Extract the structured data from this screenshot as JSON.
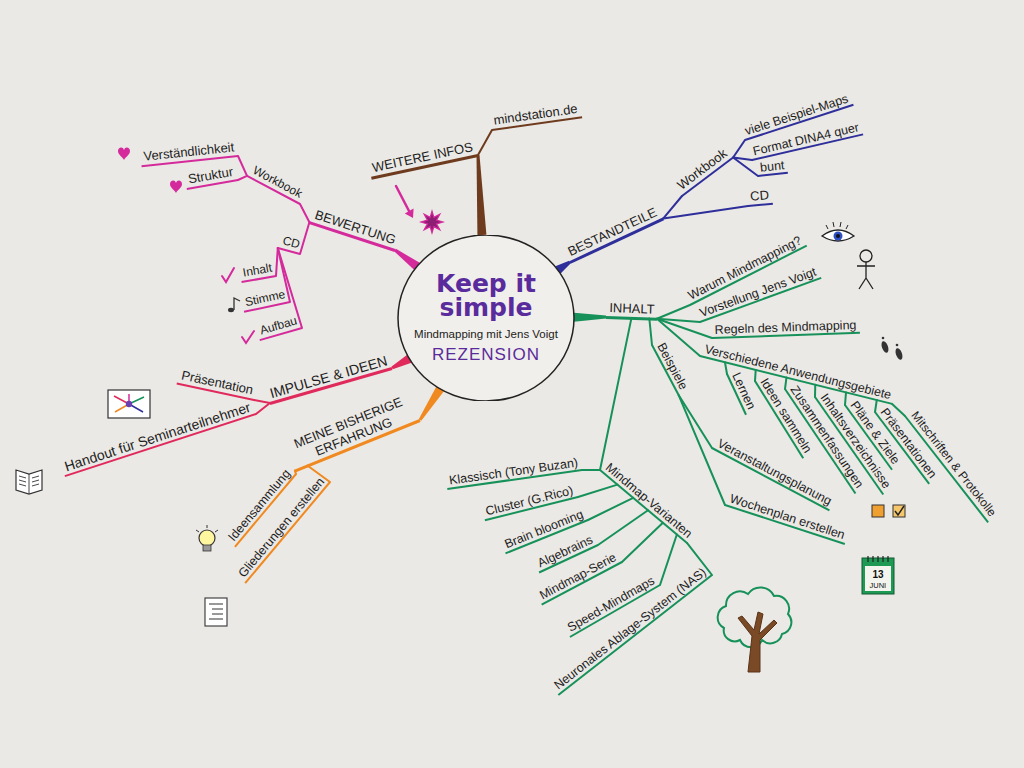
{
  "diagram": {
    "nodes": [
      {
        "text": [
          "Keep it simple",
          "Mindmapping mit Jens Voigt",
          "REZENSION"
        ]
      },
      {
        "text": [
          "WEITERE INFOS"
        ]
      },
      {
        "text": [
          "mindstation.de"
        ]
      },
      {
        "text": [
          "BESTANDTEILE"
        ]
      },
      {
        "text": [
          "Workbook"
        ]
      },
      {
        "text": [
          "viele Beispiel-Maps"
        ]
      },
      {
        "text": [
          "Format DINA4 quer"
        ]
      },
      {
        "text": [
          "bunt"
        ]
      },
      {
        "text": [
          "CD"
        ]
      },
      {
        "text": [
          "INHALT"
        ]
      },
      {
        "text": [
          "Warum Mindmapping?"
        ]
      },
      {
        "text": [
          "Vorstellung Jens Voigt"
        ]
      },
      {
        "text": [
          "Regeln des Mindmapping"
        ]
      },
      {
        "text": [
          "Verschiedene Anwendungsgebiete"
        ]
      },
      {
        "text": [
          "Lernen"
        ]
      },
      {
        "text": [
          "Ideen sammeln"
        ]
      },
      {
        "text": [
          "Zusammenfassungen"
        ]
      },
      {
        "text": [
          "Inhaltsverzeichnisse"
        ]
      },
      {
        "text": [
          "Pläne & Ziele"
        ]
      },
      {
        "text": [
          "Präsentationen"
        ]
      },
      {
        "text": [
          "Mitschriften & Protokolle"
        ]
      },
      {
        "text": [
          "Beispiele"
        ]
      },
      {
        "text": [
          "Veranstaltungsplanung"
        ]
      },
      {
        "text": [
          "Wochenplan erstellen"
        ]
      },
      {
        "text": [
          "Mindmap-Varianten"
        ]
      },
      {
        "text": [
          "Klassisch (Tony Buzan)"
        ]
      },
      {
        "text": [
          "Cluster (G.Rico)"
        ]
      },
      {
        "text": [
          "Brain blooming"
        ]
      },
      {
        "text": [
          "Algebrains"
        ]
      },
      {
        "text": [
          "Mindmap-Serie"
        ]
      },
      {
        "text": [
          "Speed-Mindmaps"
        ]
      },
      {
        "text": [
          "Neuronales Ablage-System (NAS)"
        ]
      },
      {
        "text": [
          "MEINE BISHERIGE ERFAHRUNG"
        ]
      },
      {
        "text": [
          "Ideensammlung"
        ]
      },
      {
        "text": [
          "Gliederungen erstellen"
        ]
      },
      {
        "text": [
          "IMPULSE & IDEEN"
        ]
      },
      {
        "text": [
          "Präsentation"
        ]
      },
      {
        "text": [
          "Handout für Seminarteilnehmer"
        ]
      },
      {
        "text": [
          "BEWERTUNG"
        ]
      },
      {
        "text": [
          "Workbook"
        ]
      },
      {
        "text": [
          "Verständlichkeit"
        ]
      },
      {
        "text": [
          "Struktur"
        ]
      },
      {
        "text": [
          "CD"
        ]
      },
      {
        "text": [
          "Inhalt"
        ]
      },
      {
        "text": [
          "Stimme"
        ]
      },
      {
        "text": [
          "Aufbau"
        ]
      }
    ],
    "edges": [
      {
        "from": 0,
        "to": 1,
        "arrow": "none"
      },
      {
        "from": 1,
        "to": 2,
        "arrow": "none"
      },
      {
        "from": 0,
        "to": 3,
        "arrow": "none"
      },
      {
        "from": 3,
        "to": 4,
        "arrow": "none"
      },
      {
        "from": 4,
        "to": 5,
        "arrow": "none"
      },
      {
        "from": 4,
        "to": 6,
        "arrow": "none"
      },
      {
        "from": 4,
        "to": 7,
        "arrow": "none"
      },
      {
        "from": 3,
        "to": 8,
        "arrow": "none"
      },
      {
        "from": 0,
        "to": 9,
        "arrow": "none"
      },
      {
        "from": 9,
        "to": 10,
        "arrow": "none"
      },
      {
        "from": 9,
        "to": 11,
        "arrow": "none"
      },
      {
        "from": 9,
        "to": 12,
        "arrow": "none"
      },
      {
        "from": 9,
        "to": 13,
        "arrow": "none"
      },
      {
        "from": 13,
        "to": 14,
        "arrow": "none"
      },
      {
        "from": 13,
        "to": 15,
        "arrow": "none"
      },
      {
        "from": 13,
        "to": 16,
        "arrow": "none"
      },
      {
        "from": 13,
        "to": 17,
        "arrow": "none"
      },
      {
        "from": 13,
        "to": 18,
        "arrow": "none"
      },
      {
        "from": 13,
        "to": 19,
        "arrow": "none"
      },
      {
        "from": 13,
        "to": 20,
        "arrow": "none"
      },
      {
        "from": 9,
        "to": 21,
        "arrow": "none"
      },
      {
        "from": 21,
        "to": 22,
        "arrow": "none"
      },
      {
        "from": 21,
        "to": 23,
        "arrow": "none"
      },
      {
        "from": 9,
        "to": 24,
        "arrow": "none"
      },
      {
        "from": 24,
        "to": 25,
        "arrow": "none"
      },
      {
        "from": 24,
        "to": 26,
        "arrow": "none"
      },
      {
        "from": 24,
        "to": 27,
        "arrow": "none"
      },
      {
        "from": 24,
        "to": 28,
        "arrow": "none"
      },
      {
        "from": 24,
        "to": 29,
        "arrow": "none"
      },
      {
        "from": 24,
        "to": 30,
        "arrow": "none"
      },
      {
        "from": 24,
        "to": 31,
        "arrow": "none"
      },
      {
        "from": 0,
        "to": 32,
        "arrow": "none"
      },
      {
        "from": 32,
        "to": 33,
        "arrow": "none"
      },
      {
        "from": 32,
        "to": 34,
        "arrow": "none"
      },
      {
        "from": 0,
        "to": 35,
        "arrow": "none"
      },
      {
        "from": 35,
        "to": 36,
        "arrow": "none"
      },
      {
        "from": 35,
        "to": 37,
        "arrow": "none"
      },
      {
        "from": 0,
        "to": 38,
        "arrow": "none"
      },
      {
        "from": 38,
        "to": 39,
        "arrow": "none"
      },
      {
        "from": 39,
        "to": 40,
        "arrow": "none"
      },
      {
        "from": 39,
        "to": 41,
        "arrow": "none"
      },
      {
        "from": 38,
        "to": 42,
        "arrow": "none"
      },
      {
        "from": 42,
        "to": 43,
        "arrow": "none"
      },
      {
        "from": 42,
        "to": 44,
        "arrow": "none"
      },
      {
        "from": 42,
        "to": 45,
        "arrow": "none"
      }
    ],
    "labels": [
      "13",
      "JUNI"
    ]
  }
}
